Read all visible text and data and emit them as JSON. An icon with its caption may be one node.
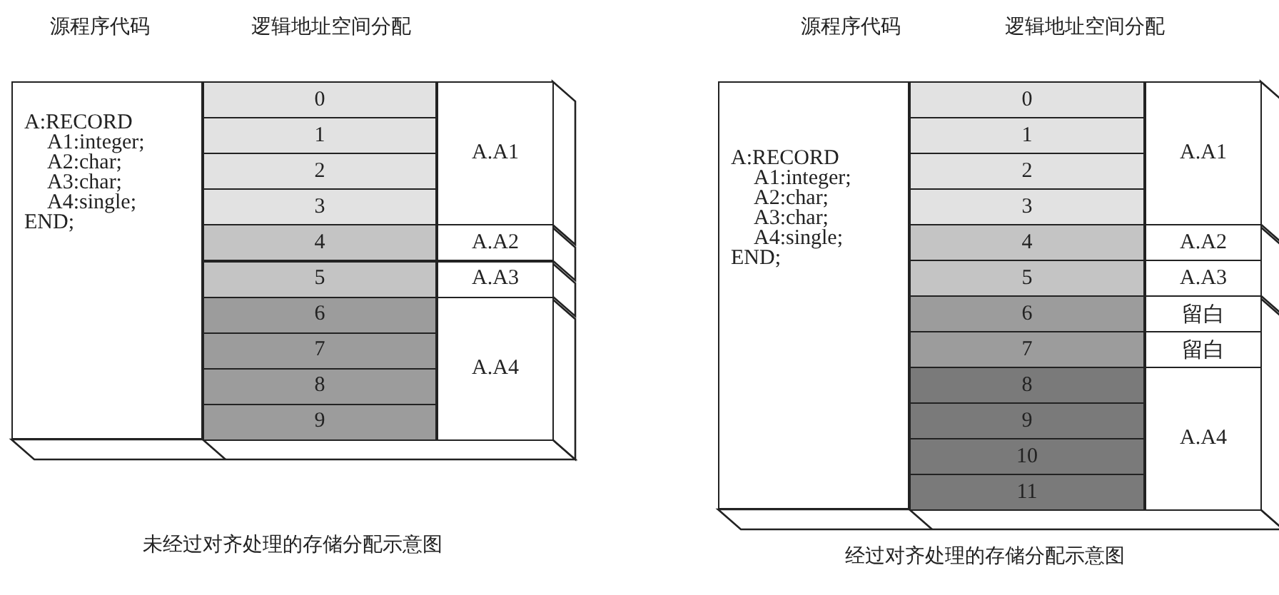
{
  "diagram": {
    "nodes": [
      {
        "text": [
          "A:RECORD",
          "A1:integer;",
          "A2:char;",
          "A3:char;",
          "A4:single;",
          "END;"
        ]
      },
      {
        "text": [
          "0"
        ]
      },
      {
        "text": [
          "1"
        ]
      },
      {
        "text": [
          "2"
        ]
      },
      {
        "text": [
          "3"
        ]
      },
      {
        "text": [
          "4"
        ]
      },
      {
        "text": [
          "5"
        ]
      },
      {
        "text": [
          "6"
        ]
      },
      {
        "text": [
          "7"
        ]
      },
      {
        "text": [
          "8"
        ]
      },
      {
        "text": [
          "9"
        ]
      },
      {
        "text": [
          "A.A1"
        ]
      },
      {
        "text": [
          "A.A2"
        ]
      },
      {
        "text": [
          "A.A3"
        ]
      },
      {
        "text": [
          "A.A4"
        ]
      },
      {
        "text": [
          "A:RECORD",
          "A1:integer;",
          "A2:char;",
          "A3:char;",
          "A4:single;",
          "END;"
        ]
      },
      {
        "text": [
          "0"
        ]
      },
      {
        "text": [
          "1"
        ]
      },
      {
        "text": [
          "2"
        ]
      },
      {
        "text": [
          "3"
        ]
      },
      {
        "text": [
          "4"
        ]
      },
      {
        "text": [
          "5"
        ]
      },
      {
        "text": [
          "6"
        ]
      },
      {
        "text": [
          "7"
        ]
      },
      {
        "text": [
          "8"
        ]
      },
      {
        "text": [
          "9"
        ]
      },
      {
        "text": [
          "10"
        ]
      },
      {
        "text": [
          "11"
        ]
      },
      {
        "text": [
          "A.A1"
        ]
      },
      {
        "text": [
          "A.A2"
        ]
      },
      {
        "text": [
          "A.A3"
        ]
      },
      {
        "text": [
          "留白"
        ]
      },
      {
        "text": [
          "留白"
        ]
      },
      {
        "text": [
          "A.A4"
        ]
      }
    ],
    "labels": [
      "源程序代码",
      "逻辑地址空间分配",
      "源程序代码",
      "逻辑地址空间分配",
      "未经过对齐处理的存储分配示意图",
      "经过对齐处理的存储分配示意图"
    ]
  }
}
